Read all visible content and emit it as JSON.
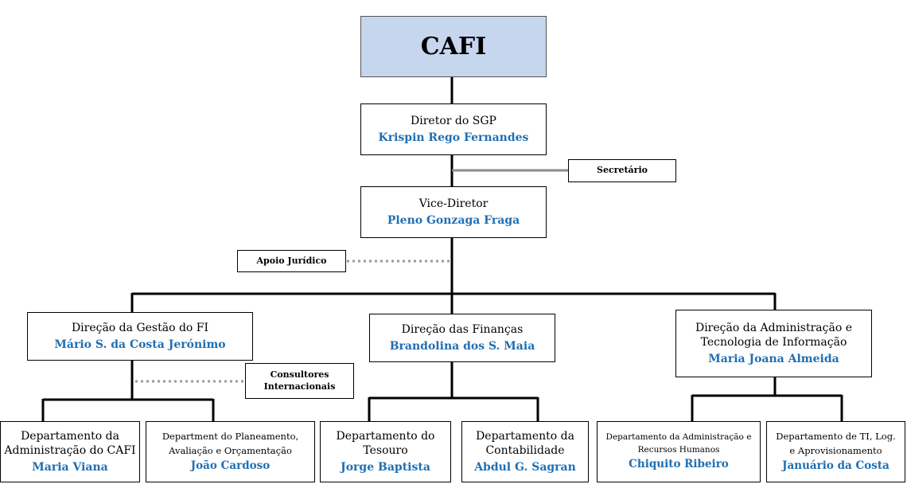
{
  "root": {
    "label": "CAFI"
  },
  "director": {
    "role": "Diretor do SGP",
    "name": "Krispin Rego Fernandes"
  },
  "secretary": {
    "label": "Secretário"
  },
  "vice_director": {
    "role": "Vice-Diretor",
    "name": "Pleno Gonzaga Fraga"
  },
  "legal_support": {
    "label": "Apoio Jurídico"
  },
  "consultants": {
    "label_line1": "Consultores",
    "label_line2": "Internacionais"
  },
  "directorates": [
    {
      "role": "Direção da Gestão do FI",
      "name": "Mário S. da Costa Jerónimo"
    },
    {
      "role": "Direção das Finanças",
      "name": "Brandolina dos S. Maia"
    },
    {
      "role_line1": "Direção da Administração e",
      "role_line2": "Tecnologia de Informação",
      "name": "Maria Joana Almeida"
    }
  ],
  "departments": [
    {
      "role_line1": "Departamento da",
      "role_line2": "Administração do CAFI",
      "name": "Maria Viana"
    },
    {
      "role_line1": "Department do Planeamento,",
      "role_line2": "Avaliação e Orçamentação",
      "name": "João Cardoso"
    },
    {
      "role_line1": "Departamento do",
      "role_line2": "Tesouro",
      "name": "Jorge Baptista"
    },
    {
      "role_line1": "Departamento da",
      "role_line2": "Contabilidade",
      "name": "Abdul G. Sagran"
    },
    {
      "role_line1": "Departamento da Administração e",
      "role_line2": "Recursos Humanos",
      "name": "Chiquito Ribeiro"
    },
    {
      "role_line1": "Departamento de TI, Log.",
      "role_line2": "e Aprovisionamento",
      "name": "Januário da Costa"
    }
  ]
}
